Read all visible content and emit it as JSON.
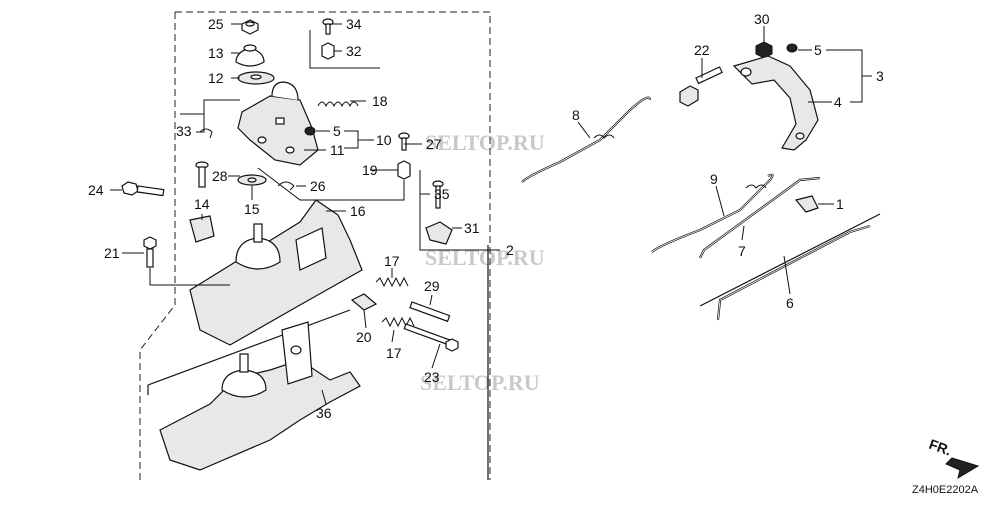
{
  "diagram": {
    "watermarks": [
      "SELTOP.RU",
      "SELTOP.RU",
      "SELTOP.RU"
    ],
    "diagram_code": "Z4H0E2202A",
    "direction_label": "FR.",
    "callouts": {
      "c1": "1",
      "c2": "2",
      "c3": "3",
      "c4": "4",
      "c5a": "5",
      "c5b": "5",
      "c6": "6",
      "c7": "7",
      "c8": "8",
      "c9": "9",
      "c10": "10",
      "c11": "11",
      "c12": "12",
      "c13": "13",
      "c14": "14",
      "c15": "15",
      "c16": "16",
      "c17a": "17",
      "c17b": "17",
      "c18": "18",
      "c19": "19",
      "c20": "20",
      "c21": "21",
      "c22": "22",
      "c23": "23",
      "c24": "24",
      "c25": "25",
      "c26": "26",
      "c27": "27",
      "c28": "28",
      "c29": "29",
      "c30": "30",
      "c31": "31",
      "c32": "32",
      "c33": "33",
      "c34": "34",
      "c35": "35",
      "c36": "36"
    }
  }
}
